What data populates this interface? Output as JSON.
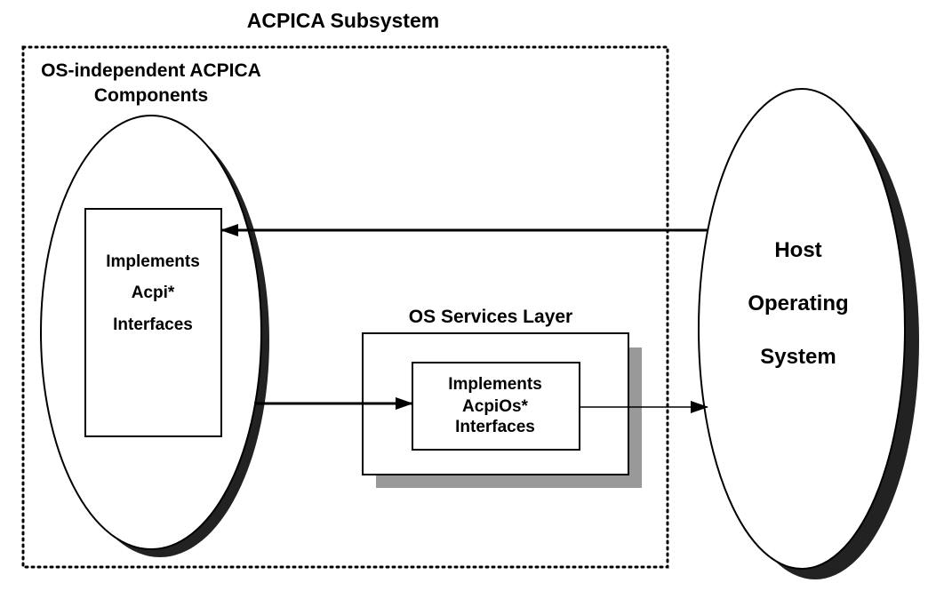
{
  "diagram": {
    "title": "ACPICA Subsystem",
    "components": {
      "title_line1": "OS-independent ACPICA",
      "title_line2": "Components",
      "box": {
        "line1": "Implements",
        "line2": "Acpi*",
        "line3": "Interfaces"
      }
    },
    "os_services": {
      "title": "OS Services Layer",
      "box": {
        "line1": "Implements",
        "line2": "AcpiOs*",
        "line3": "Interfaces"
      }
    },
    "host": {
      "line1": "Host",
      "line2": "Operating",
      "line3": "System"
    },
    "colors": {
      "shadow": "#222222",
      "box_shadow": "#999999",
      "stroke": "#000000",
      "fill": "#ffffff"
    }
  }
}
